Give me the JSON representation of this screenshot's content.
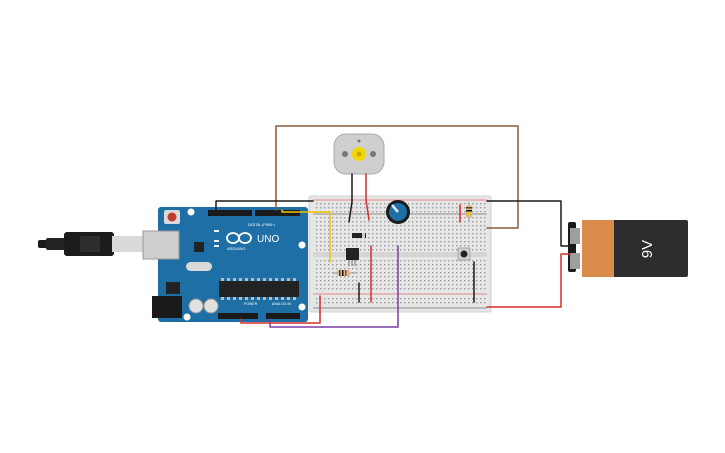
{
  "canvas": {
    "background": "#ffffff"
  },
  "board": {
    "brand_text": "UNO",
    "maker_text": "ARDUINO",
    "digital_header_text": "DIGITAL (PWM~)",
    "power_header_text": "POWER",
    "analog_header_text": "ANALOG IN",
    "board_color": "#1d6fa5"
  },
  "battery": {
    "label": "9V",
    "body_color": "#2d2d2d",
    "band_color": "#d98c4a"
  },
  "breadboard": {
    "color": "#e6e6e6"
  },
  "motor": {
    "name": "dc-motor"
  },
  "wire_colors": {
    "brown": "#8b5a3c",
    "black": "#1a1a1a",
    "red": "#d32f2f",
    "yellow": "#f2c200",
    "purple": "#7b3fa0"
  }
}
